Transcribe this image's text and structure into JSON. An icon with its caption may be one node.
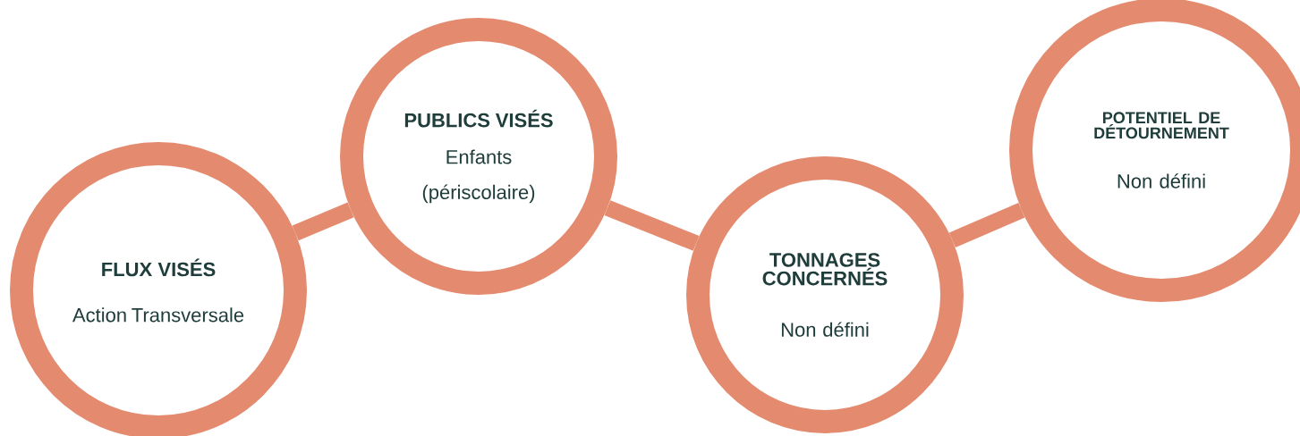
{
  "diagram": {
    "nodes": [
      {
        "text": [
          "FLUX VISÉS",
          "Action Transversale"
        ]
      },
      {
        "text": [
          "PUBLICS VISÉS",
          "Enfants",
          "(périscolaire)"
        ]
      },
      {
        "text": [
          "TONNAGES CONCERNÉS",
          "Non défini"
        ]
      },
      {
        "text": [
          "POTENTIEL DE DÉTOURNEMENT",
          "Non défini"
        ]
      }
    ],
    "edges": [
      {
        "from": 0,
        "to": 1,
        "arrow": "none"
      },
      {
        "from": 1,
        "to": 2,
        "arrow": "none"
      },
      {
        "from": 2,
        "to": 3,
        "arrow": "none"
      }
    ]
  }
}
